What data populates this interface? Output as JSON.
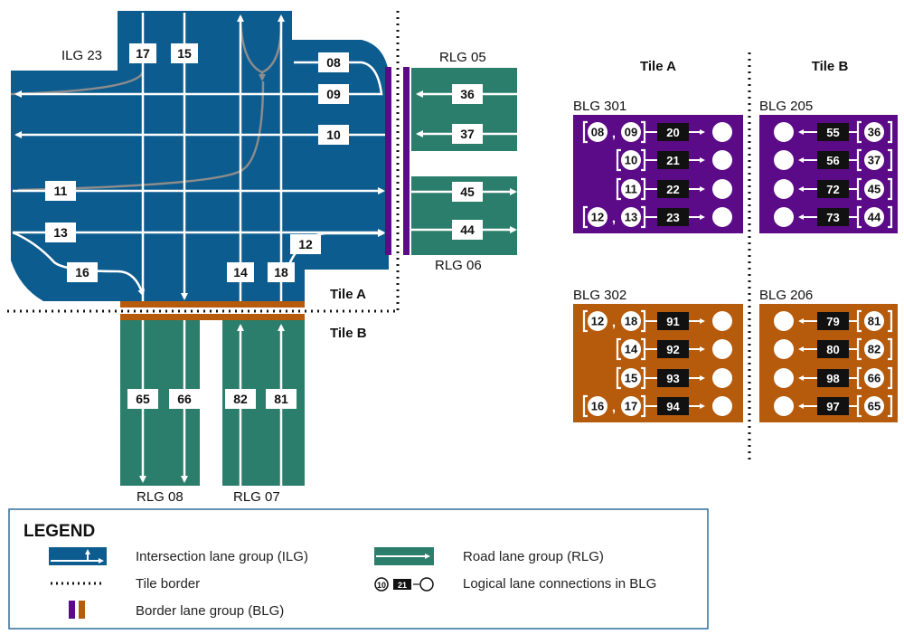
{
  "colors": {
    "ilg": "#0d5c8f",
    "rlg": "#2a7e6b",
    "blg_a": "#5b0a88",
    "blg_b": "#b65a0c",
    "legend_border": "#2f6e98"
  },
  "diagram": {
    "ilg_label": "ILG 23",
    "rlg_labels": {
      "rlg05": "RLG 05",
      "rlg06": "RLG 06",
      "rlg08": "RLG 08",
      "rlg07": "RLG 07"
    },
    "tile_a": "Tile A",
    "tile_b": "Tile B",
    "lanes": {
      "l17": "17",
      "l15": "15",
      "l08": "08",
      "l09": "09",
      "l10": "10",
      "l11": "11",
      "l13": "13",
      "l16": "16",
      "l14": "14",
      "l18": "18",
      "l12": "12",
      "l36": "36",
      "l37": "37",
      "l45": "45",
      "l44": "44",
      "l65": "65",
      "l66": "66",
      "l82": "82",
      "l81": "81"
    }
  },
  "blg_panel": {
    "header_a": "Tile A",
    "header_b": "Tile B",
    "blg301": {
      "title": "BLG 301",
      "rows": [
        {
          "srcs": [
            "08",
            "09"
          ],
          "id": "20"
        },
        {
          "srcs": [
            "10"
          ],
          "id": "21"
        },
        {
          "srcs": [
            "11"
          ],
          "id": "22"
        },
        {
          "srcs": [
            "12",
            "13"
          ],
          "id": "23"
        }
      ]
    },
    "blg205": {
      "title": "BLG 205",
      "rows": [
        {
          "id": "55",
          "src": "36"
        },
        {
          "id": "56",
          "src": "37"
        },
        {
          "id": "72",
          "src": "45"
        },
        {
          "id": "73",
          "src": "44"
        }
      ]
    },
    "blg302": {
      "title": "BLG 302",
      "rows": [
        {
          "srcs": [
            "12",
            "18"
          ],
          "id": "91"
        },
        {
          "srcs": [
            "14"
          ],
          "id": "92"
        },
        {
          "srcs": [
            "15"
          ],
          "id": "93"
        },
        {
          "srcs": [
            "16",
            "17"
          ],
          "id": "94"
        }
      ]
    },
    "blg206": {
      "title": "BLG 206",
      "rows": [
        {
          "id": "79",
          "src": "81"
        },
        {
          "id": "80",
          "src": "82"
        },
        {
          "id": "98",
          "src": "66"
        },
        {
          "id": "97",
          "src": "65"
        }
      ]
    }
  },
  "legend": {
    "title": "LEGEND",
    "items": {
      "ilg": "Intersection lane group (ILG)",
      "tile": "Tile border",
      "blg": "Border lane group (BLG)",
      "rlg": "Road lane group (RLG)",
      "logical": "Logical lane connections in BLG"
    },
    "icon_sample": {
      "src": "10",
      "id": "21"
    }
  }
}
